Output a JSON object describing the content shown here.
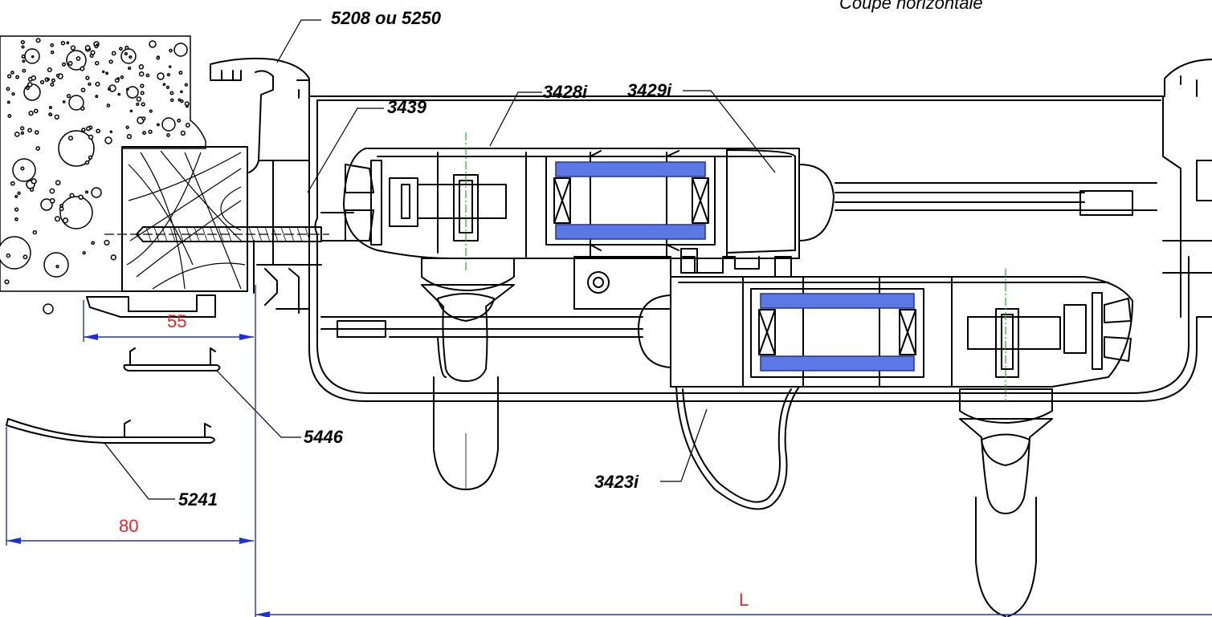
{
  "title": "Coupe horizontale",
  "parts": {
    "frame": "5208 ou 5250",
    "p3439": "3439",
    "p3428i": "3428i",
    "p3429i": "3429i",
    "p3423i": "3423i",
    "p5446": "5446",
    "p5241": "5241"
  },
  "dimensions": {
    "d55": "55",
    "d80": "80",
    "L": "L"
  },
  "colors": {
    "glass": "#5b78e4",
    "dimension_line": "#1f2fd8",
    "dimension_text": "#e8262b",
    "axis_line": "#1db41d"
  }
}
